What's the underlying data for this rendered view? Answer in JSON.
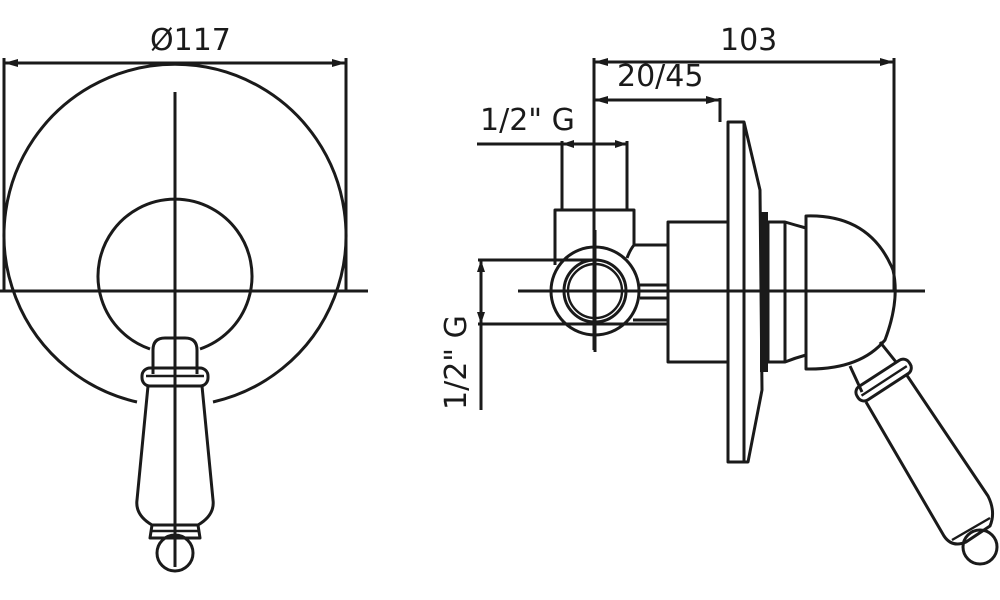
{
  "drawing": {
    "front_view": {
      "diameter_label": "Ø117"
    },
    "side_view": {
      "depth_label": "103",
      "adjust_range_label": "20/45",
      "top_inlet_label": "1/2\" G",
      "side_inlet_label": "1/2\" G"
    }
  },
  "colors": {
    "line": "#1a1a1a",
    "background": "#ffffff"
  }
}
